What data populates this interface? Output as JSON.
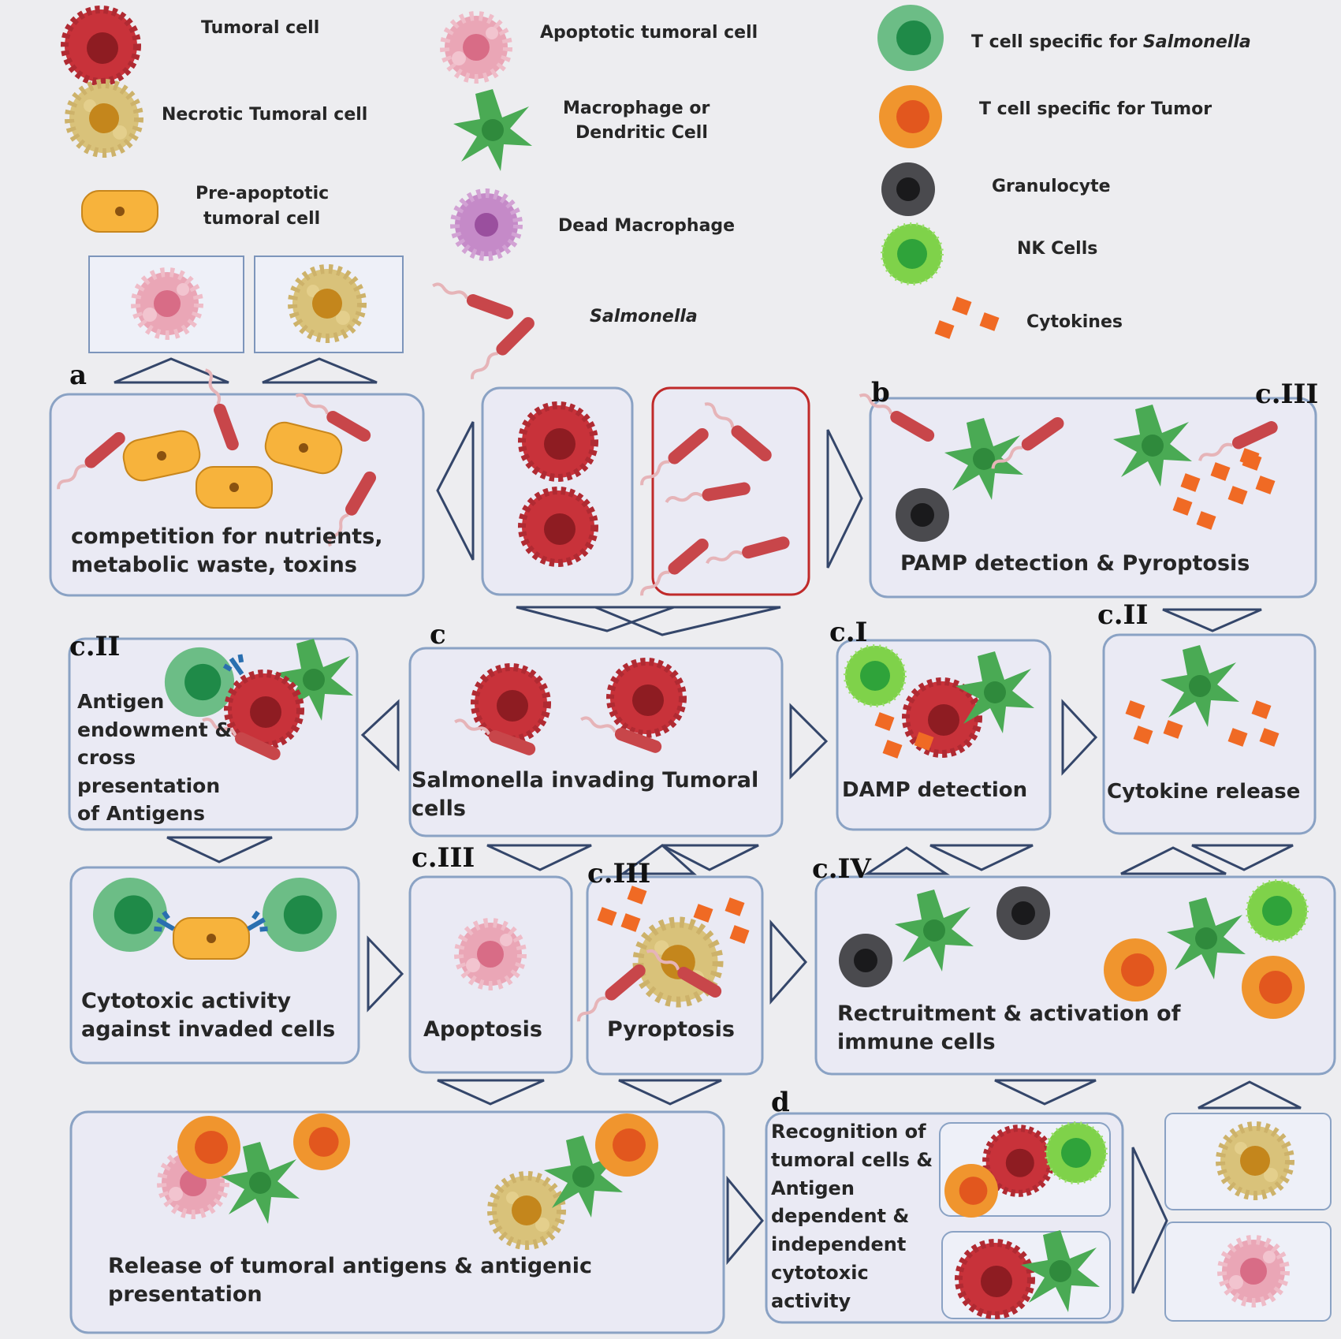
{
  "legend": {
    "tumoral_cell": "Tumoral cell",
    "necrotic_cell": "Necrotic Tumoral cell",
    "pre_apoptotic_1": "Pre-apoptotic",
    "pre_apoptotic_2": "tumoral cell",
    "apoptotic_cell": "Apoptotic tumoral cell",
    "macrophage_1": "Macrophage or",
    "macrophage_2": "Dendritic Cell",
    "dead_macrophage": "Dead Macrophage",
    "salmonella": "Salmonella",
    "t_cell_salmonella_prefix": "T cell specific for ",
    "t_cell_salmonella_italic": "Salmonella",
    "t_cell_tumor": "T cell specific for Tumor",
    "granulocyte": "Granulocyte",
    "nk_cells": "NK Cells",
    "cytokines": "Cytokines"
  },
  "tags": {
    "a": "a",
    "b": "b",
    "c": "c",
    "c_iii_top": "c.III",
    "c_ii_left": "c.II",
    "c_i": "c.I",
    "c_ii_right": "c.II",
    "c_iii_apoptosis": "c.III",
    "c_iii_pyroptosis": "c.III",
    "c_iv": "c.IV",
    "d": "d"
  },
  "boxes": {
    "competition": "competition for nutrients, metabolic waste, toxins",
    "pamp": "PAMP detection & Pyroptosis",
    "antigen": "Antigen endowment & cross presentation of Antigens",
    "invading": "Salmonella invading Tumoral cells",
    "damp": "DAMP detection",
    "cytokine_release": "Cytokine release",
    "cytotoxic": "Cytotoxic activity against invaded cells",
    "apoptosis": "Apoptosis",
    "pyroptosis": "Pyroptosis",
    "recruitment": "Rectruitment & activation of immune cells",
    "release": "Release of tumoral antigens & antigenic presentation",
    "recognition": "Recognition of tumoral cells & Antigen dependent & independent cytotoxic activity"
  },
  "colors": {
    "tumor": "#c8323a",
    "tumor_core": "#8e1c22",
    "necrotic": "#d9c27a",
    "necrotic_core": "#c4861c",
    "pre_apoptotic": "#f7b33c",
    "apoptotic": "#eaa6b6",
    "apoptotic_core": "#d86c86",
    "macrophage": "#4aaa54",
    "macrophage_core": "#2f8a3c",
    "dead_macrophage": "#c58ac8",
    "dead_macrophage_core": "#9a4f9e",
    "salmonella": "#c8464a",
    "flagella": "#e6b4b8",
    "t_salmonella": "#6cbd86",
    "t_salmonella_core": "#1f8a48",
    "t_tumor": "#f0952e",
    "t_tumor_core": "#e2571e",
    "granulocyte": "#4a4a4e",
    "granulocyte_core": "#1a1a1c",
    "nk": "#7fd24a",
    "nk_core": "#2fa33a",
    "cytokine": "#f06a24",
    "box_fill": "#eaeaf4",
    "box_stroke": "#8aa2c4",
    "highlight_stroke": "#c02a2a",
    "arrow": "#34466a"
  }
}
